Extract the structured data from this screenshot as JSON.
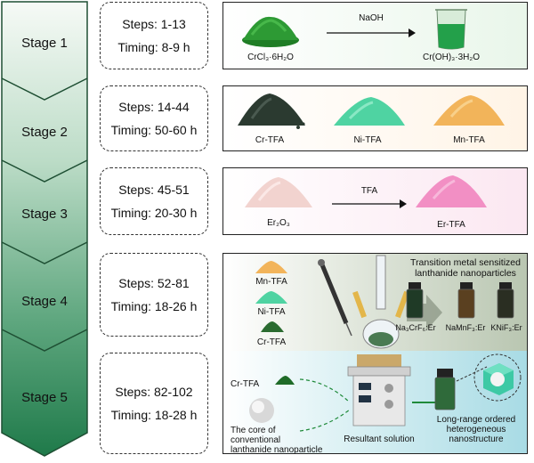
{
  "stages": [
    {
      "label": "Stage 1",
      "steps": "Steps: 1-13",
      "timing": "Timing: 8-9 h"
    },
    {
      "label": "Stage 2",
      "steps": "Steps: 14-44",
      "timing": "Timing: 50-60 h"
    },
    {
      "label": "Stage 3",
      "steps": "Steps: 45-51",
      "timing": "Timing: 20-30 h"
    },
    {
      "label": "Stage 4",
      "steps": "Steps: 52-81",
      "timing": "Timing: 18-26 h"
    },
    {
      "label": "Stage 5",
      "steps": "Steps: 82-102",
      "timing": "Timing: 18-28 h"
    }
  ],
  "panel1": {
    "reagent": "NaOH",
    "left": "CrCl₃·6H₂O",
    "right": "Cr(OH)₃·3H₂O"
  },
  "panel2": {
    "items": [
      "Cr-TFA",
      "Ni-TFA",
      "Mn-TFA"
    ]
  },
  "panel3": {
    "reagent": "TFA",
    "left": "Er₂O₃",
    "right": "Er-TFA"
  },
  "panel4": {
    "inputs": [
      "Mn-TFA",
      "Ni-TFA",
      "Cr-TFA"
    ],
    "title_line1": "Transition metal sensitized",
    "title_line2": "lanthanide nanoparticles",
    "products": [
      "Na₃CrF₆:Er",
      "NaMnF₃:Er",
      "KNiF₃:Er"
    ]
  },
  "panel5": {
    "input": "Cr-TFA",
    "core_line1": "The core of",
    "core_line2": "conventional",
    "core_line3": "lanthanide nanoparticle",
    "solution": "Resultant solution",
    "result_line1": "Long-range ordered",
    "result_line2": "heterogeneous",
    "result_line3": "nanostructure"
  },
  "colors": {
    "stage_green_light": "#eef5f0",
    "stage_green_dark": "#1f7a4a",
    "cr_green": "#2d9a34",
    "ni_green": "#4fd3a2",
    "mn_orange": "#f2b45a",
    "er_pink": "#f28fc4",
    "panel4_bg": "#c9d4c2",
    "panel5_bg": "#bfe6ee"
  }
}
